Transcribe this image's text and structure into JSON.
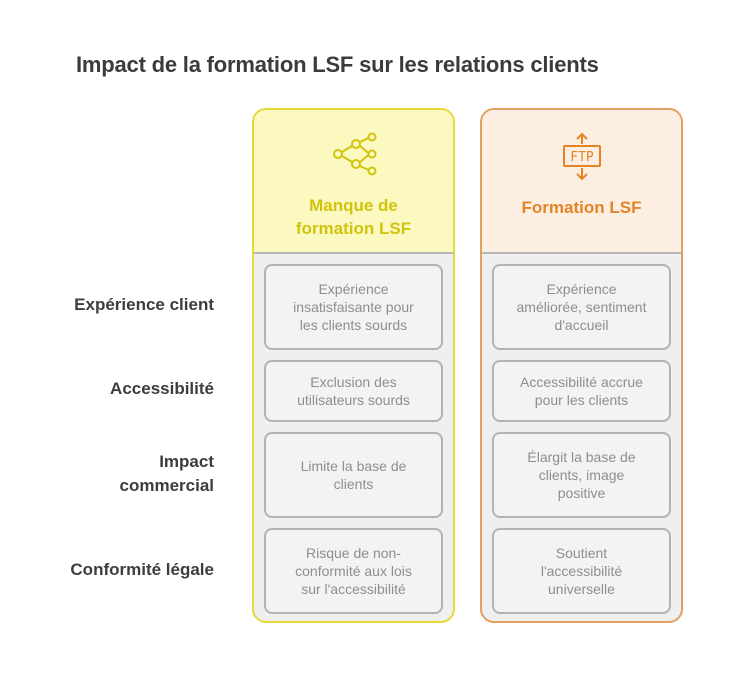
{
  "title": "Impact de la formation LSF sur les relations clients",
  "rows": [
    {
      "label": "Expérience client"
    },
    {
      "label": "Accessibilité"
    },
    {
      "label_line1": "Impact",
      "label_line2": "commercial"
    },
    {
      "label": "Conformité légale"
    }
  ],
  "columns": [
    {
      "icon": "network-share-icon",
      "label_line1": "Manque de",
      "label_line2": "formation LSF",
      "accent": "#d2c40e",
      "cells": [
        {
          "line1": "Expérience",
          "line2": "insatisfaisante pour",
          "line3": "les clients sourds"
        },
        {
          "line1": "Exclusion des",
          "line2": "utilisateurs sourds"
        },
        {
          "line1": "Limite la base de",
          "line2": "clients"
        },
        {
          "line1": "Risque de non-",
          "line2": "conformité aux lois",
          "line3": "sur l'accessibilité"
        }
      ]
    },
    {
      "icon": "ftp-transfer-icon",
      "icon_text": "FTP",
      "label": "Formation LSF",
      "accent": "#e38527",
      "cells": [
        {
          "line1": "Expérience",
          "line2": "améliorée, sentiment",
          "line3": "d'accueil"
        },
        {
          "line1": "Accessibilité accrue",
          "line2": "pour les clients"
        },
        {
          "line1": "Élargit la base de",
          "line2": "clients, image",
          "line3": "positive"
        },
        {
          "line1": "Soutient",
          "line2": "l'accessibilité",
          "line3": "universelle"
        }
      ]
    }
  ]
}
